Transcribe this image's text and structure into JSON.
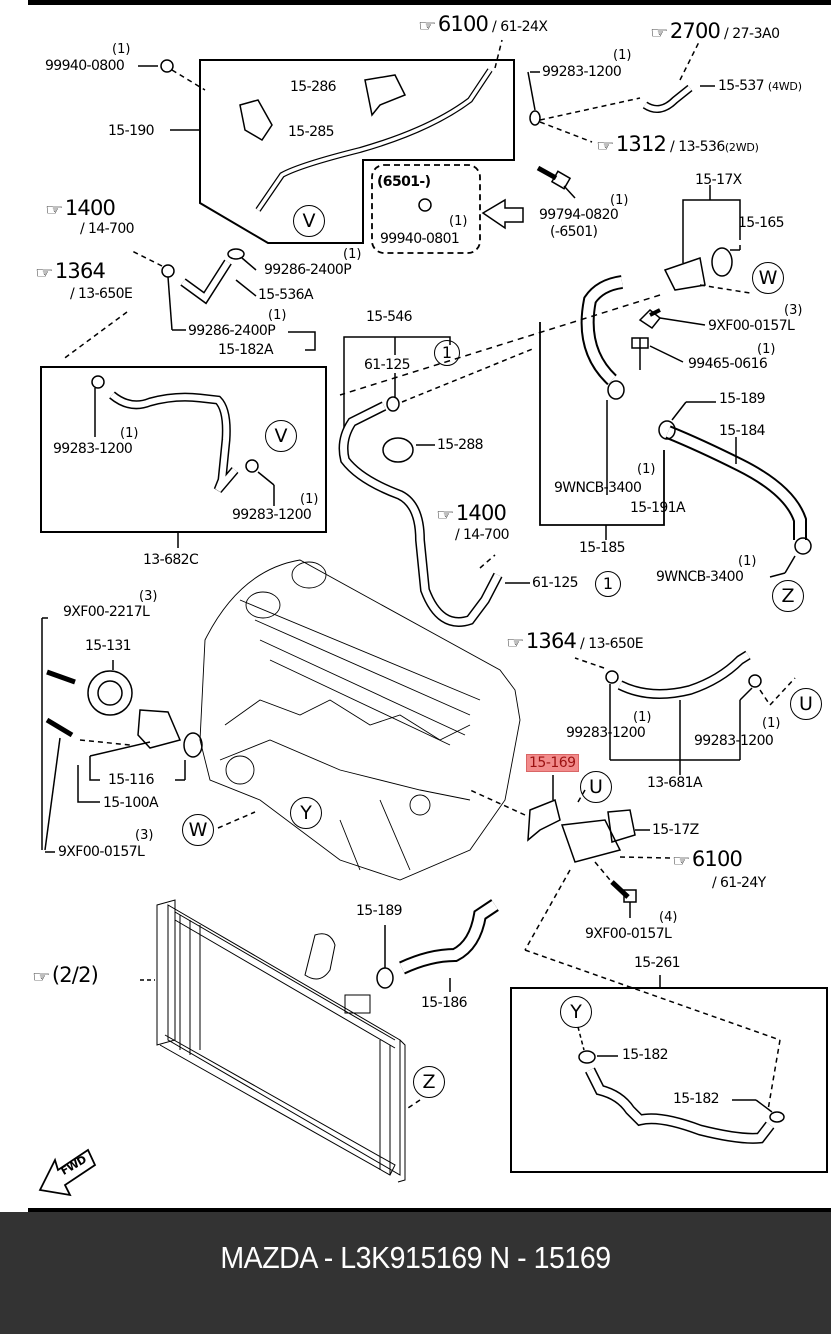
{
  "diagram": {
    "title": "Cooling system parts diagram",
    "highlighted_part": "15-169",
    "highlight_color": "#f28b8b",
    "callout_circles": [
      "V",
      "V",
      "W",
      "W",
      "U",
      "U",
      "Y",
      "Y",
      "Z",
      "Z",
      "1",
      "1"
    ],
    "labels": {
      "p99940_0800": "99940-0800",
      "p99940_0800_qty": "(1)",
      "p15_286": "15-286",
      "p15_190": "15-190",
      "p15_285": "15-285",
      "ref_6100_top": "6100",
      "ref_6100_top_sub": "/ 61-24X",
      "ref_2700": "2700",
      "ref_2700_sub": "/ 27-3A0",
      "p99283_1200_top": "99283-1200",
      "p99283_1200_top_qty": "(1)",
      "p15_537": "15-537",
      "p15_537_note": "(4WD)",
      "ref_1312": "1312",
      "ref_1312_sub": "/ 13-536",
      "ref_1312_note": "(2WD)",
      "box_6501": "(6501-)",
      "p99940_0801": "99940-0801",
      "p99940_0801_qty": "(1)",
      "p99794_0820": "99794-0820",
      "p99794_0820_qty": "(1)",
      "p99794_0820_note": "(-6501)",
      "ref_1400_left": "1400",
      "ref_1400_left_sub": "/ 14-700",
      "ref_1364_left": "1364",
      "ref_1364_left_sub": "/ 13-650E",
      "p99286_2400p_a": "99286-2400P",
      "p99286_2400p_a_qty": "(1)",
      "p15_536a": "15-536A",
      "p99286_2400p_b": "99286-2400P",
      "p99286_2400p_b_qty": "(1)",
      "p15_182a": "15-182A",
      "p15_17x": "15-17X",
      "p15_165": "15-165",
      "p9xf00_0157l_a": "9XF00-0157L",
      "p9xf00_0157l_a_qty": "(3)",
      "p99465_0616": "99465-0616",
      "p99465_0616_qty": "(1)",
      "p15_546": "15-546",
      "p61_125_a": "61-125",
      "p15_288": "15-288",
      "p15_189_a": "15-189",
      "p15_184": "15-184",
      "p9wncb_3400_a": "9WNCB-3400",
      "p9wncb_3400_a_qty": "(1)",
      "p15_191a": "15-191A",
      "p15_185": "15-185",
      "ref_1400_mid": "1400",
      "ref_1400_mid_sub": "/ 14-700",
      "p61_125_b": "61-125",
      "p9wncb_3400_b": "9WNCB-3400",
      "p9wncb_3400_b_qty": "(1)",
      "p99283_1200_l1": "99283-1200",
      "p99283_1200_l1_qty": "(1)",
      "p99283_1200_l2": "99283-1200",
      "p99283_1200_l2_qty": "(1)",
      "p13_682c": "13-682C",
      "p9xf00_2217l": "9XF00-2217L",
      "p9xf00_2217l_qty": "(3)",
      "p15_131": "15-131",
      "p15_116": "15-116",
      "p15_100a": "15-100A",
      "p9xf00_0157l_b": "9XF00-0157L",
      "p9xf00_0157l_b_qty": "(3)",
      "ref_1364_right": "1364",
      "ref_1364_right_sub": "/ 13-650E",
      "p99283_1200_r1": "99283-1200",
      "p99283_1200_r1_qty": "(1)",
      "p99283_1200_r2": "99283-1200",
      "p99283_1200_r2_qty": "(1)",
      "p13_681a": "13-681A",
      "p15_169": "15-169",
      "p15_17z": "15-17Z",
      "ref_6100_right": "6100",
      "ref_6100_right_sub": "/ 61-24Y",
      "p9xf00_0157l_c": "9XF00-0157L",
      "p9xf00_0157l_c_qty": "(4)",
      "ref_2_2": "(2/2)",
      "p15_189_b": "15-189",
      "p15_186": "15-186",
      "p15_261": "15-261",
      "p15_182_a": "15-182",
      "p15_182_b": "15-182",
      "fwd": "FWD"
    }
  },
  "footer": {
    "caption": "MAZDA - L3K915169   N - 15169",
    "background": "#333333",
    "text_color": "#ffffff"
  }
}
